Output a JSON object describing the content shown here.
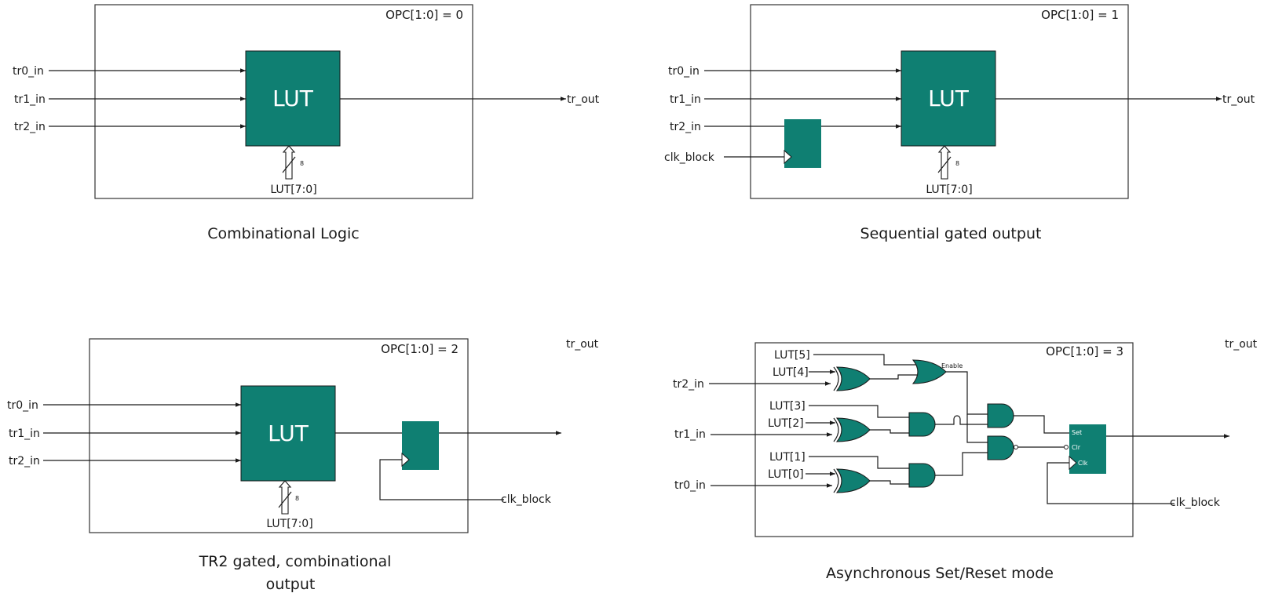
{
  "colors": {
    "block_fill": "#0f7f72",
    "line": "#1a1a1a",
    "background": "#ffffff"
  },
  "panels": {
    "p0": {
      "opc": "OPC[1:0] = 0",
      "caption": "Combinational Logic",
      "inputs": [
        "tr0_in",
        "tr1_in",
        "tr2_in"
      ],
      "lut_label": "LUT",
      "lut_bus": "LUT[7:0]",
      "bus_width": "8",
      "output": "tr_out"
    },
    "p1": {
      "opc": "OPC[1:0] = 1",
      "caption": "Sequential gated output",
      "inputs": [
        "tr0_in",
        "tr1_in",
        "tr2_in"
      ],
      "clk": "clk_block",
      "lut_label": "LUT",
      "lut_bus": "LUT[7:0]",
      "bus_width": "8",
      "output": "tr_out"
    },
    "p2": {
      "opc": "OPC[1:0] = 2",
      "caption_line1": "TR2 gated, combinational",
      "caption_line2": "output",
      "inputs": [
        "tr0_in",
        "tr1_in",
        "tr2_in"
      ],
      "clk": "clk_block",
      "lut_label": "LUT",
      "lut_bus": "LUT[7:0]",
      "bus_width": "8",
      "output": "tr_out"
    },
    "p3": {
      "opc": "OPC[1:0] = 3",
      "caption": "Asynchronous Set/Reset mode",
      "inputs": [
        "tr2_in",
        "tr1_in",
        "tr0_in"
      ],
      "lut_bits": [
        "LUT[5]",
        "LUT[4]",
        "LUT[3]",
        "LUT[2]",
        "LUT[1]",
        "LUT[0]"
      ],
      "enable": "Enable",
      "ff_pins": [
        "Set",
        "Clr",
        "Clk"
      ],
      "clk": "clk_block",
      "output": "tr_out"
    }
  }
}
